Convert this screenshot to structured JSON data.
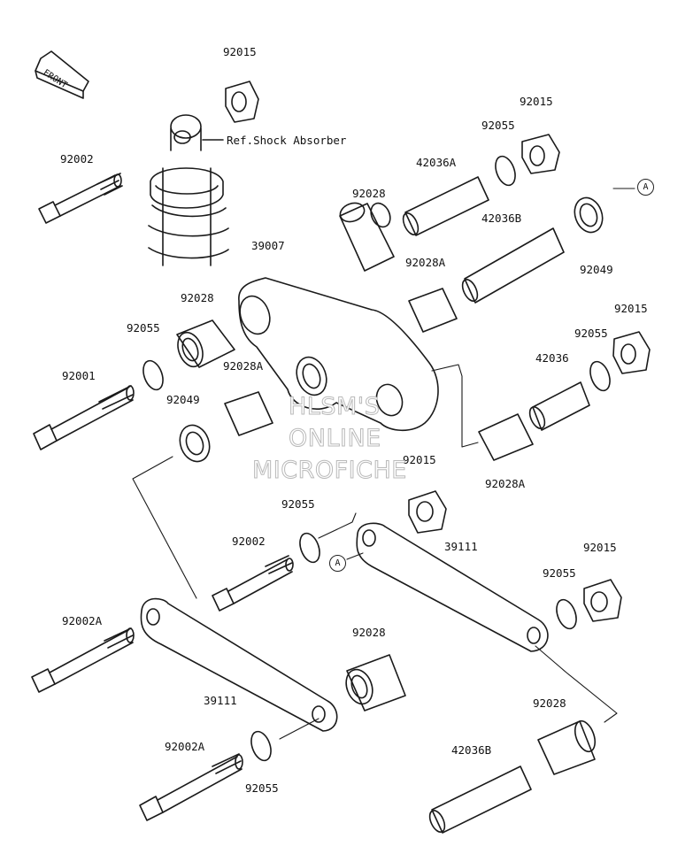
{
  "diagram": {
    "front_arrow_text": "FRONT",
    "ref_text": "Ref.Shock Absorber",
    "callout": "A",
    "labels": [
      "92015",
      "92015",
      "92055",
      "92002",
      "42036A",
      "92028",
      "42036B",
      "39007",
      "92028A",
      "92049",
      "92028",
      "92055",
      "92015",
      "92055",
      "92001",
      "92028A",
      "42036",
      "92049",
      "92015",
      "92028A",
      "92055",
      "92002",
      "39111",
      "92015",
      "92055",
      "92002A",
      "92028",
      "39111",
      "92028",
      "42036B",
      "92002A",
      "92055"
    ],
    "watermark": [
      "HLSM'S",
      "ONLINE",
      "MICROFICHE"
    ]
  }
}
